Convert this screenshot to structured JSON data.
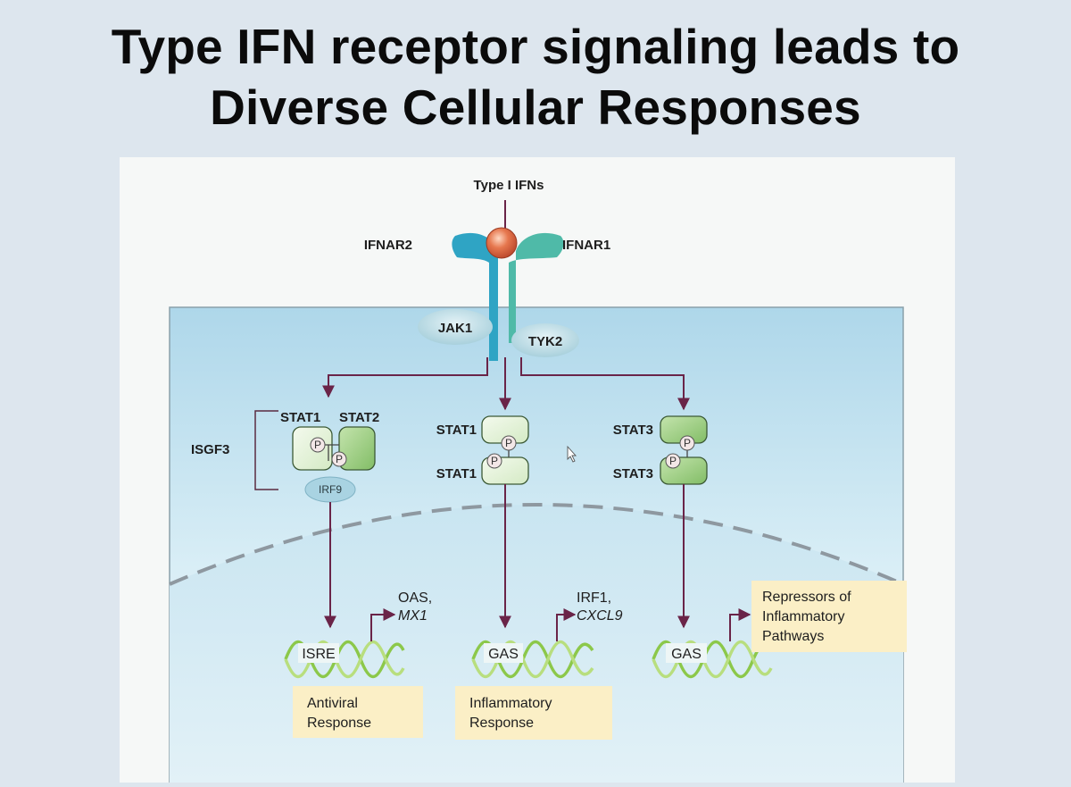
{
  "title": {
    "line1": "Type IFN receptor signaling leads to",
    "line2": "Diverse Cellular Responses"
  },
  "figure": {
    "ligand": "Type I IFNs",
    "receptor_left": "IFNAR2",
    "receptor_right": "IFNAR1",
    "kinase_left": "JAK1",
    "kinase_right": "TYK2",
    "complex_label": "ISGF3",
    "left_stat_a": "STAT1",
    "left_stat_b": "STAT2",
    "irf9": "IRF9",
    "mid_stat_top": "STAT1",
    "mid_stat_bottom": "STAT1",
    "right_stat_top": "STAT3",
    "right_stat_bottom": "STAT3",
    "phospho": "P",
    "element_left": "ISRE",
    "element_mid": "GAS",
    "element_right": "GAS",
    "genes_left_line1": "OAS,",
    "genes_left_line2": "MX1",
    "genes_mid_line1": "IRF1,",
    "genes_mid_line2": "CXCL9",
    "response_left_line1": "Antiviral",
    "response_left_line2": "Response",
    "response_mid_line1": "Inflammatory",
    "response_mid_line2": "Response",
    "response_right_line1": "Repressors of",
    "response_right_line2": "Inflammatory",
    "response_right_line3": "Pathways"
  },
  "colors": {
    "slide_background": "#dde6ee",
    "arrow": "#6a2448",
    "receptor_left": "#2fa4c4",
    "receptor_right": "#4fbaa8",
    "ligand": "#d9603a",
    "stat_light": "#e7f3dc",
    "stat_dark": "#9fce86",
    "response_box": "#fbefc6",
    "dna_green": "#9bd25a"
  }
}
